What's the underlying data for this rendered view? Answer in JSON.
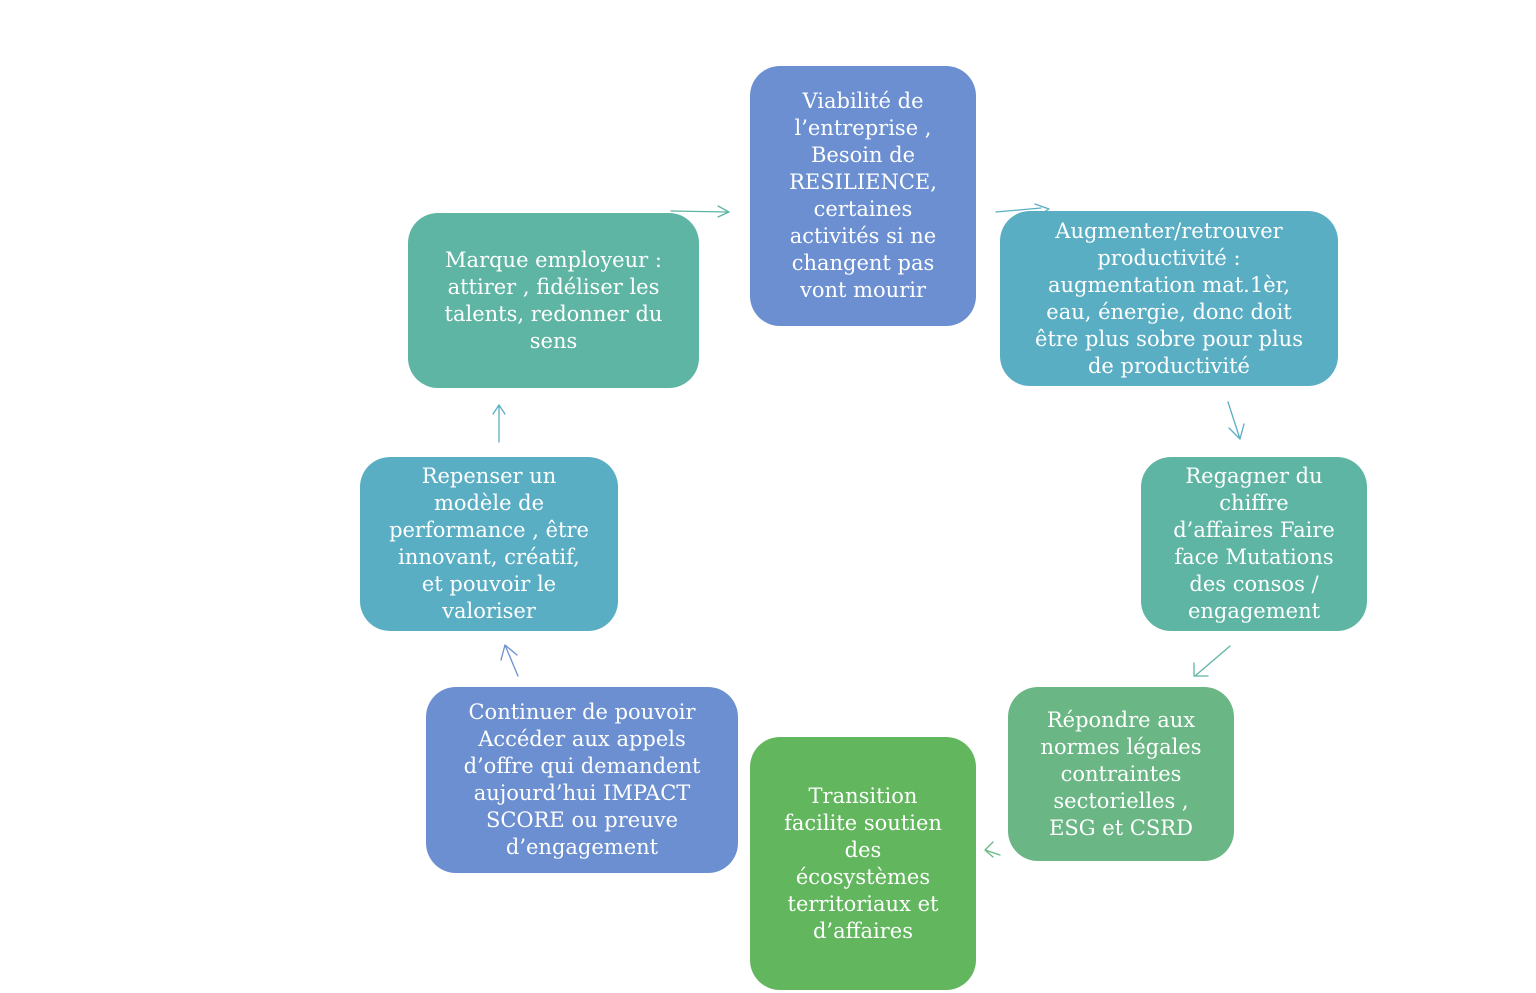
{
  "colors": {
    "blue": "#6b8fd0",
    "teal": "#5aaec4",
    "seafoam": "#5eb5a4",
    "green": "#6ab785",
    "bright_green": "#62b75e",
    "arrow_teal": "#5aaec4",
    "arrow_green": "#6ab785"
  },
  "nodes": {
    "viabilite": "Viabilité de\nl’entreprise ,\nBesoin de\nRESILIENCE,\ncertaines\nactivités si ne\nchangent pas\nvont mourir",
    "productivite": "Augmenter/retrouver\nproductivité :\naugmentation mat.1èr,\neau, énergie, donc doit\nêtre plus sobre pour plus\nde productivité",
    "chiffre_affaires": "Regagner du\nchiffre\nd’affaires Faire\nface Mutations\ndes consos /\nengagement",
    "normes": "Répondre aux\nnormes légales\ncontraintes\nsectorielles ,\nESG et CSRD",
    "transition": "Transition\nfacilite soutien\ndes\nécosystèmes\nterritoriaux et\nd’affaires",
    "appels_offre": "Continuer de pouvoir\nAccéder aux appels\nd’offre qui demandent\naujourd’hui IMPACT\nSCORE ou preuve\nd’engagement",
    "performance": "Repenser un\nmodèle de\nperformance , être\ninnovant, créatif,\net pouvoir le\nvaloriser",
    "marque_employeur": "Marque employeur :\nattirer , fidéliser les\ntalents, redonner du\nsens"
  }
}
